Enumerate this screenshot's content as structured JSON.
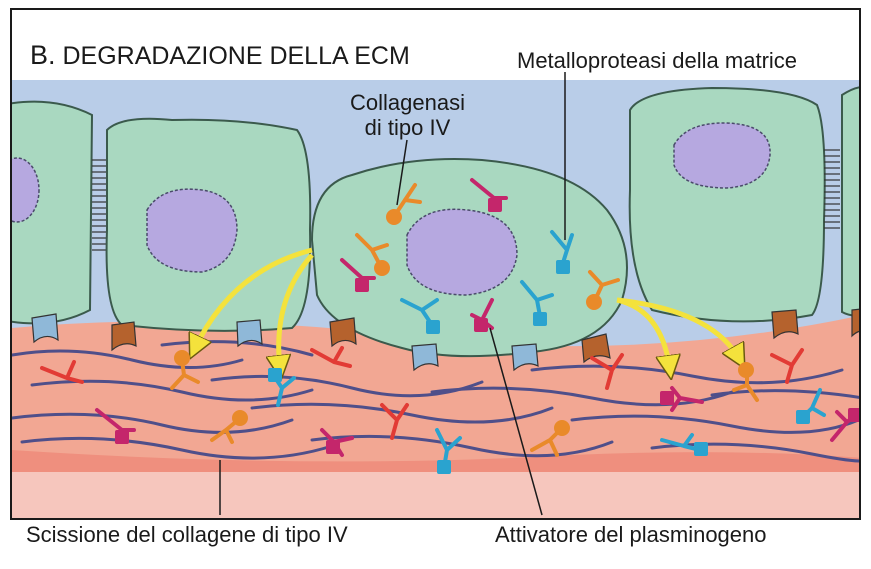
{
  "title": {
    "letter": "B.",
    "text": "DEGRADAZIONE DELLA ECM"
  },
  "labels": {
    "metalloproteases": "Metalloproteasi della matrice",
    "collagenase_line1": "Collagenasi",
    "collagenase_line2": "di tipo IV",
    "collagen_cleavage": "Scissione del collagene di tipo IV",
    "plasminogen_activator": "Attivatore del plasminogeno"
  },
  "colors": {
    "cell_fill": "#a9d8c0",
    "nucleus_fill": "#b6a8e0",
    "ecm_fill": "#f2a793",
    "ecm_bottom": "#f6c6bd",
    "fiber": "#4f4f8a",
    "orange_enzyme": "#e98a2a",
    "magenta_enzyme": "#c4266b",
    "blue_enzyme": "#2aa3cf",
    "red_enzyme": "#e23b35",
    "yellow_arrow": "#f4e23c",
    "receptor_blue": "#8fb8d8",
    "receptor_brown": "#b5622d"
  }
}
